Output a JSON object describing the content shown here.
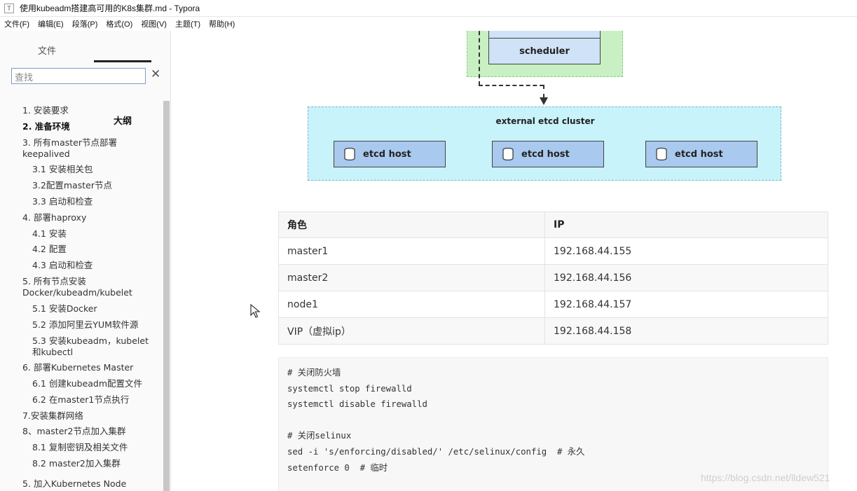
{
  "window": {
    "title": "使用kubeadm搭建高可用的K8s集群.md - Typora",
    "app_icon": "T"
  },
  "menu": [
    "文件(F)",
    "编辑(E)",
    "段落(P)",
    "格式(O)",
    "视图(V)",
    "主题(T)",
    "帮助(H)"
  ],
  "sidebar": {
    "tabs": {
      "files": "文件",
      "outline": "大纲"
    },
    "search": {
      "value": "查找"
    },
    "outline": [
      {
        "label": "1. 安装要求",
        "bold": false
      },
      {
        "label": "2. 准备环境",
        "bold": true
      },
      {
        "label": "3. 所有master节点部署\nkeepalived",
        "bold": false
      },
      {
        "label": "3.1 安装相关包",
        "bold": false
      },
      {
        "label": "3.2配置master节点",
        "bold": false
      },
      {
        "label": "3.3 启动和检查",
        "bold": false
      },
      {
        "label": "4. 部署haproxy",
        "bold": false
      },
      {
        "label": "4.1 安装",
        "bold": false
      },
      {
        "label": "4.2 配置",
        "bold": false
      },
      {
        "label": "4.3 启动和检查",
        "bold": false
      },
      {
        "label": "5. 所有节点安装\nDocker/kubeadm/kubelet",
        "bold": false
      },
      {
        "label": "5.1 安装Docker",
        "bold": false
      },
      {
        "label": "5.2 添加阿里云YUM软件源",
        "bold": false
      },
      {
        "label": "5.3 安装kubeadm，kubelet\n和kubectl",
        "bold": false
      },
      {
        "label": "6. 部署Kubernetes Master",
        "bold": false
      },
      {
        "label": "6.1 创建kubeadm配置文件",
        "bold": false
      },
      {
        "label": "6.2 在master1节点执行",
        "bold": false
      },
      {
        "label": "7.安装集群网络",
        "bold": false
      },
      {
        "label": "8、master2节点加入集群",
        "bold": false
      },
      {
        "label": "8.1 复制密钥及相关文件",
        "bold": false
      },
      {
        "label": "8.2 master2加入集群",
        "bold": false
      },
      {
        "label": "5. 加入Kubernetes Node",
        "bold": false
      }
    ]
  },
  "diagram": {
    "scheduler_label": "scheduler",
    "cluster_label": "external etcd cluster",
    "hosts": [
      "etcd host",
      "etcd host",
      "etcd host"
    ]
  },
  "table": {
    "headers": [
      "角色",
      "IP"
    ],
    "rows": [
      [
        "master1",
        "192.168.44.155"
      ],
      [
        "master2",
        "192.168.44.156"
      ],
      [
        "node1",
        "192.168.44.157"
      ],
      [
        "VIP（虚拟ip）",
        "192.168.44.158"
      ]
    ]
  },
  "code": [
    "# 关闭防火墙",
    "systemctl stop firewalld",
    "systemctl disable firewalld",
    "",
    "# 关闭selinux",
    "sed -i 's/enforcing/disabled/' /etc/selinux/config  # 永久",
    "setenforce 0  # 临时"
  ],
  "watermark": "https://blog.csdn.net/lldew521"
}
